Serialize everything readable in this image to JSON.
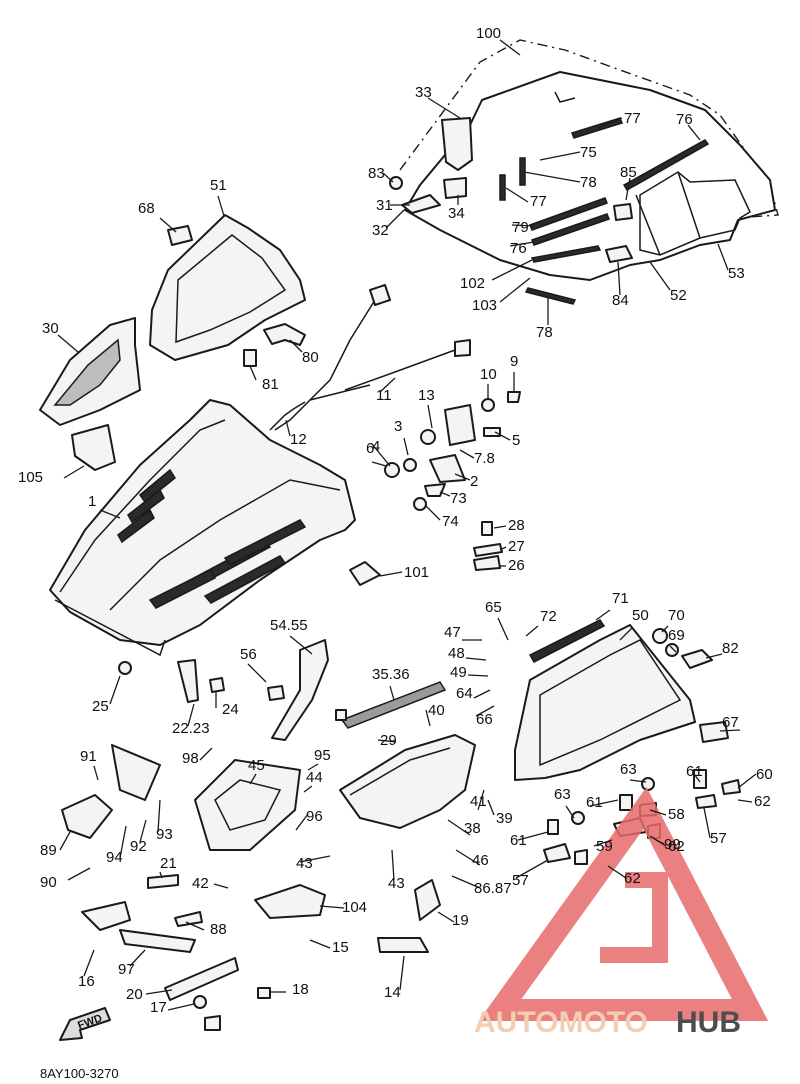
{
  "diagram_code": "8AY100-3270",
  "watermark": {
    "auto_text": "AUTOMOTO",
    "hub_text": "HUB",
    "triangle_color": "#e86a6a",
    "auto_color": "#f2c6a6",
    "hub_color": "#2f2f2f"
  },
  "fwd_label": "FWD",
  "labels": [
    "100",
    "33",
    "77",
    "76",
    "75",
    "78",
    "85",
    "83",
    "31",
    "34",
    "77",
    "79",
    "76",
    "32",
    "102",
    "103",
    "84",
    "52",
    "53",
    "78",
    "68",
    "51",
    "30",
    "80",
    "81",
    "9",
    "10",
    "11",
    "13",
    "12",
    "3",
    "4",
    "5",
    "6",
    "7.8",
    "2",
    "73",
    "105",
    "1",
    "74",
    "28",
    "27",
    "26",
    "101",
    "65",
    "71",
    "72",
    "47",
    "70",
    "50",
    "48",
    "69",
    "82",
    "49",
    "64",
    "54.55",
    "56",
    "35.36",
    "66",
    "25",
    "22.23",
    "24",
    "40",
    "67",
    "91",
    "98",
    "29",
    "45",
    "95",
    "44",
    "63",
    "61",
    "60",
    "63",
    "41",
    "61",
    "58",
    "62",
    "39",
    "57",
    "89",
    "92",
    "93",
    "96",
    "38",
    "61",
    "59",
    "62",
    "94",
    "90",
    "21",
    "43",
    "57",
    "46",
    "62",
    "99",
    "42",
    "43",
    "86.87",
    "104",
    "19",
    "88",
    "15",
    "16",
    "97",
    "14",
    "20",
    "18",
    "17"
  ]
}
